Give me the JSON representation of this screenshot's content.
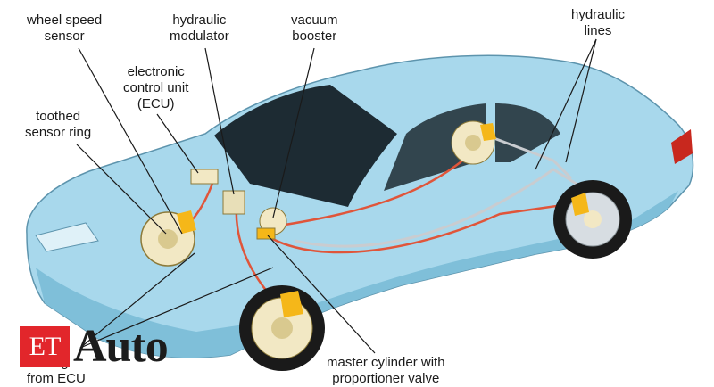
{
  "labels": {
    "wheel_speed_sensor": "wheel speed\nsensor",
    "hydraulic_modulator": "hydraulic\nmodulator",
    "vacuum_booster": "vacuum\nbooster",
    "hydraulic_lines": "hydraulic\nlines",
    "ecu": "electronic\ncontrol unit\n(ECU)",
    "toothed_sensor_ring": "toothed\nsensor ring",
    "master_cylinder": "master cylinder with\nproportioner valve",
    "from_ecu": "from ECU",
    "partial_left": "ng"
  },
  "logo": {
    "et": "ET",
    "auto": "Auto"
  },
  "colors": {
    "car_body": "#a8d8ec",
    "car_shade": "#7fbfd9",
    "glass": "#1d2b33",
    "brake_line": "#e0553a",
    "metal_line": "#c9ccd0",
    "rotor": "#f2e8c4",
    "caliper": "#f5b719",
    "tire": "#1a1a1a",
    "logo_red": "#e2262b"
  }
}
